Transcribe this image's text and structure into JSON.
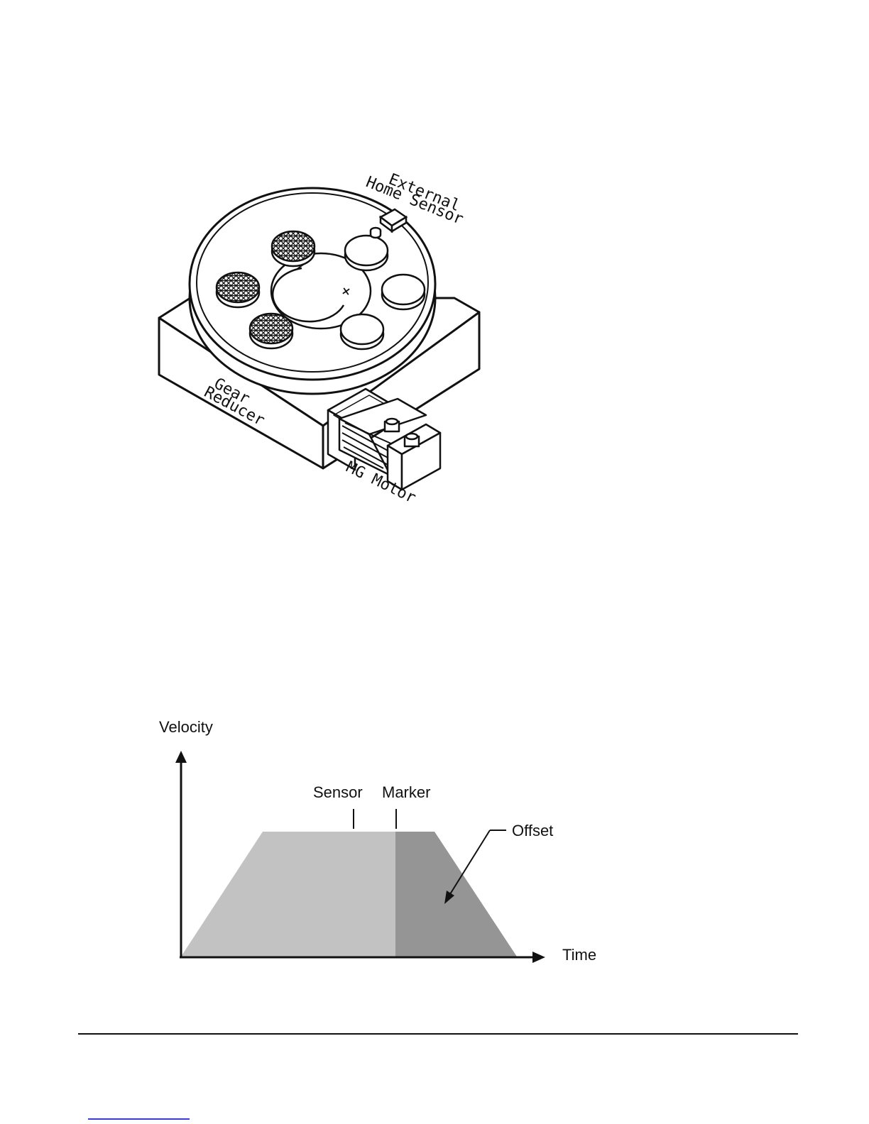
{
  "illustration": {
    "labels": {
      "external": "External",
      "home_sensor": "Home Sensor",
      "gear": "Gear",
      "reducer": "Reducer",
      "motor": "MG Motor",
      "minus": "−",
      "plus": "+"
    }
  },
  "chart_data": {
    "type": "area",
    "ylabel": "Velocity",
    "xlabel": "Time",
    "annotations": [
      "Sensor",
      "Marker",
      "Offset"
    ],
    "profile": "trapezoid",
    "colors": {
      "pre_marker_fill": "#c2c2c2",
      "offset_fill": "#959595",
      "axis": "#111111"
    }
  }
}
